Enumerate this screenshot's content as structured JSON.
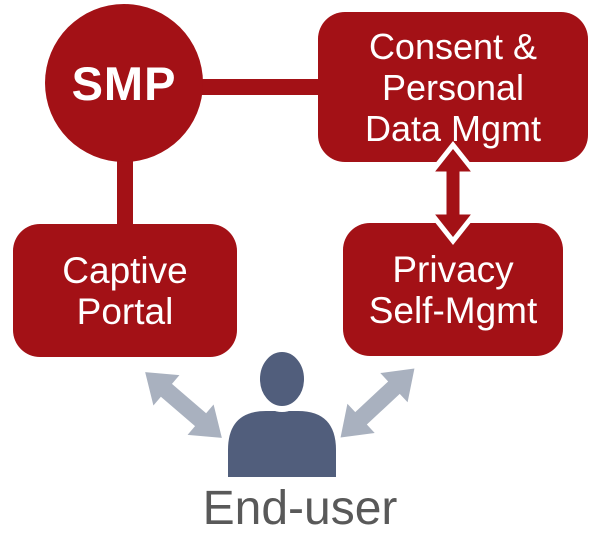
{
  "colors": {
    "node_red": "#A31116",
    "text_white": "#FFFFFF",
    "person_blue": "#515E7C",
    "arrow_gray": "#A9B1BF",
    "caption_gray": "#595959",
    "background": "#FFFFFF"
  },
  "nodes": {
    "smp": {
      "label": "SMP"
    },
    "consent": {
      "line1": "Consent &",
      "line2": "Personal",
      "line3": "Data Mgmt"
    },
    "captive_portal": {
      "line1": "Captive",
      "line2": "Portal"
    },
    "privacy_self_mgmt": {
      "line1": "Privacy",
      "line2": "Self-Mgmt"
    }
  },
  "actor": {
    "label": "End-user"
  },
  "icons": {
    "person": "person silhouette (head + shoulders), slate blue",
    "consent_privacy_arrow": "vertical double-headed arrow, red with white outline",
    "enduser_captive_arrow": "diagonal double-headed arrow, gray",
    "enduser_privacy_arrow": "diagonal double-headed arrow, gray"
  }
}
